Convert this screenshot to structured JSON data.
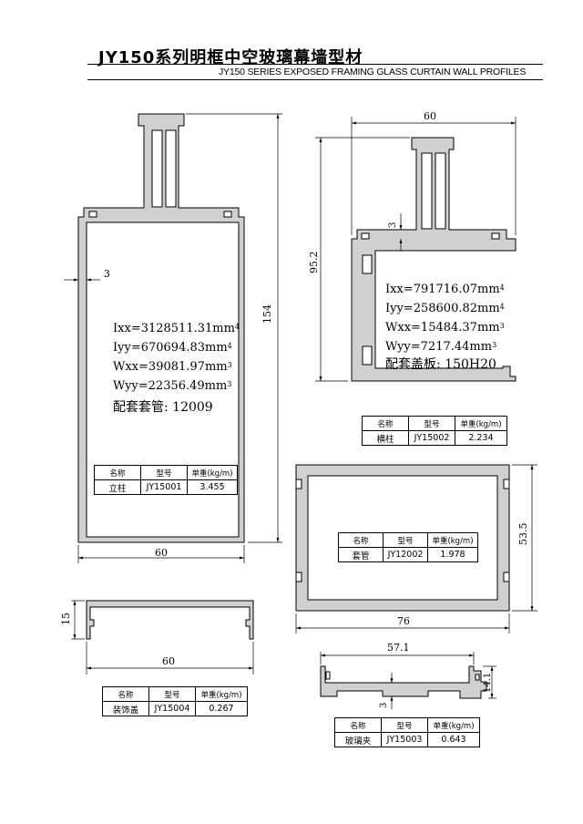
{
  "header": {
    "title_cn": "JY150系列明框中空玻璃幕墙型材",
    "title_en": "JY150 SERIES EXPOSED FRAMING GLASS CURTAIN WALL PROFILES"
  },
  "table_headers": {
    "name": "名称",
    "model": "型号",
    "weight": "单重(kg/m)"
  },
  "profiles": {
    "mullion": {
      "name": "立柱",
      "model": "JY15001",
      "weight": "3.455",
      "ixx": "Ixx=3128511.31mm",
      "iyy": "Iyy=670694.83mm",
      "wxx": "Wxx=39081.97mm",
      "wyy": "Wyy=22356.49mm",
      "exp_ixx": "4",
      "exp_iyy": "4",
      "exp_wxx": "3",
      "exp_wyy": "3",
      "accessory": "配套套管: 12009",
      "dim_width": "60",
      "dim_height": "154",
      "dim_wall": "3"
    },
    "transom": {
      "name": "横柱",
      "model": "JY15002",
      "weight": "2.234",
      "ixx": "Ixx=791716.07mm",
      "iyy": "Iyy=258600.82mm",
      "wxx": "Wxx=15484.37mm",
      "wyy": "Wyy=7217.44mm",
      "exp_ixx": "4",
      "exp_iyy": "4",
      "exp_wxx": "3",
      "exp_wyy": "3",
      "accessory": "配套盖板: 150H20",
      "dim_width": "60",
      "dim_height": "95.2",
      "dim_wall": "3"
    },
    "sleeve": {
      "name": "套管",
      "model": "JY12002",
      "weight": "1.978",
      "dim_width": "76",
      "dim_height": "53.5"
    },
    "cover": {
      "name": "装饰盖",
      "model": "JY15004",
      "weight": "0.267",
      "dim_width": "60",
      "dim_height": "15"
    },
    "clip": {
      "name": "玻璃夹",
      "model": "JY15003",
      "weight": "0.643",
      "dim_width": "57.1",
      "dim_height": "14.1",
      "dim_wall": "3"
    }
  }
}
